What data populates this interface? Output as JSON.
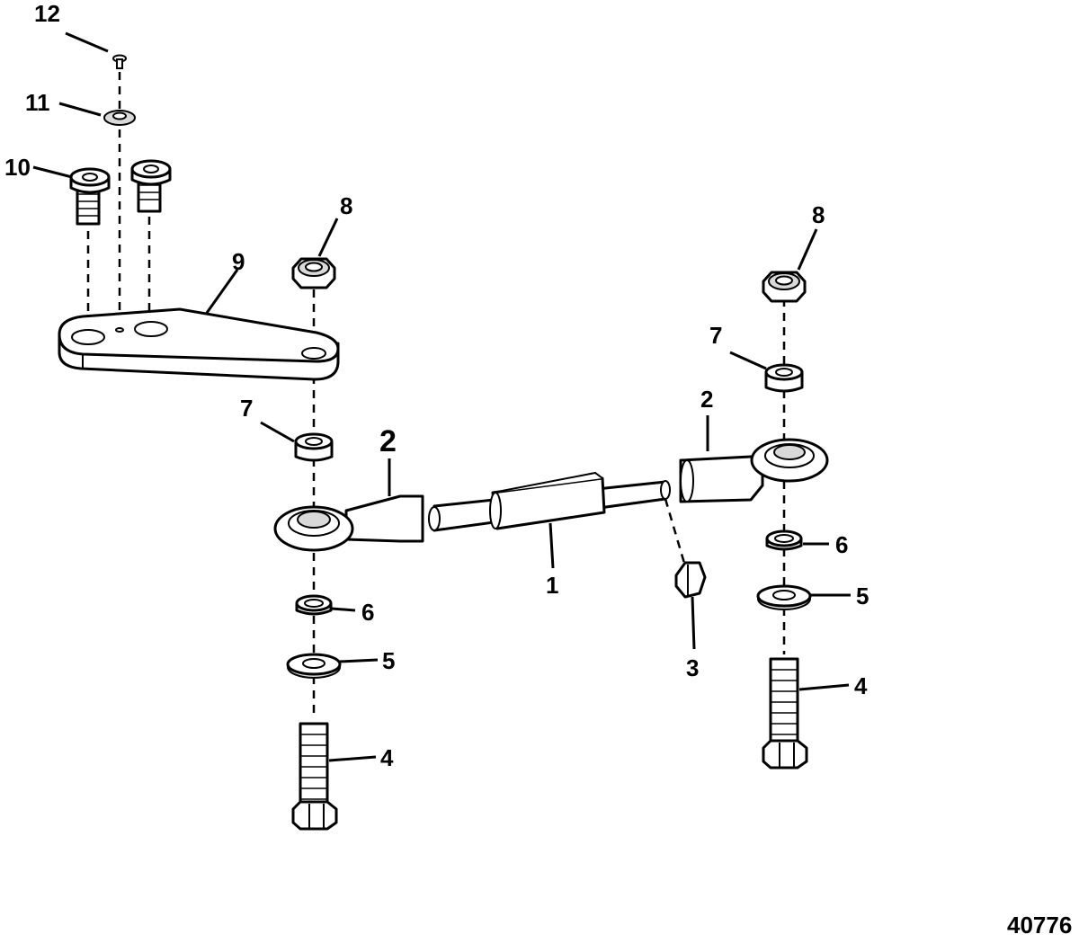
{
  "figure_number": "40776",
  "callouts": [
    {
      "id": "c12",
      "label": "12"
    },
    {
      "id": "c11",
      "label": "11"
    },
    {
      "id": "c10",
      "label": "10"
    },
    {
      "id": "c9",
      "label": "9"
    },
    {
      "id": "c8-left",
      "label": "8"
    },
    {
      "id": "c8-right",
      "label": "8"
    },
    {
      "id": "c7-left",
      "label": "7"
    },
    {
      "id": "c7-right",
      "label": "7"
    },
    {
      "id": "c2-left",
      "label": "2"
    },
    {
      "id": "c2-right",
      "label": "2"
    },
    {
      "id": "c1",
      "label": "1"
    },
    {
      "id": "c3",
      "label": "3"
    },
    {
      "id": "c6-left",
      "label": "6"
    },
    {
      "id": "c6-right",
      "label": "6"
    },
    {
      "id": "c5-left",
      "label": "5"
    },
    {
      "id": "c5-right",
      "label": "5"
    },
    {
      "id": "c4-left",
      "label": "4"
    },
    {
      "id": "c4-right",
      "label": "4"
    }
  ]
}
